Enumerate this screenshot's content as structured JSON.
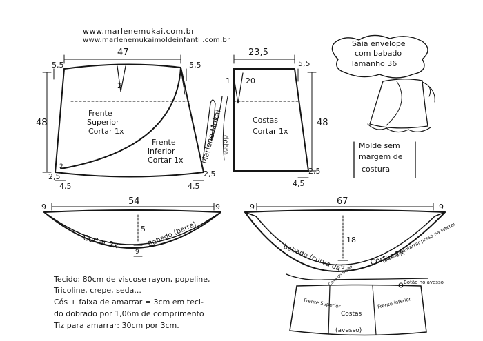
{
  "header": {
    "url1": "www.marlenemukai.com.br",
    "url2": "www.marlenemukaimoldeinfantil.com.br"
  },
  "title": {
    "line1": "Saia envelope",
    "line2": "com babado",
    "line3": "Tamanho 36"
  },
  "note": {
    "line1": "Molde sem",
    "line2": "margem de",
    "line3": "costura"
  },
  "signature": "Marlene Mukai",
  "front": {
    "width": "47",
    "height": "48",
    "top_left": "5,5",
    "top_right": "5,5",
    "dart": "2",
    "bottom_left": "2,5",
    "bottom_right": "2,5",
    "hem_left": "4,5",
    "hem_right": "4,5",
    "small_mark": "2",
    "upper_label1": "Frente",
    "upper_label2": "Superior",
    "upper_label3": "Cortar 1x",
    "lower_label1": "Frente",
    "lower_label2": "inferior",
    "lower_label3": "Cortar 1x"
  },
  "back": {
    "width": "23,5",
    "top_right": "5,5",
    "dart_len": "20",
    "dart_w": "1",
    "height": "48",
    "fold": "dobra",
    "label1": "Costas",
    "label2": "Cortar 1x",
    "bottom_right": "2,5",
    "hem_right": "4,5"
  },
  "ruffle_small": {
    "width": "54",
    "left_end": "9",
    "right_end": "9",
    "height": "5",
    "band": "9",
    "label1": "Cortar 2x",
    "label2": "Babado (barra)"
  },
  "ruffle_large": {
    "width": "67",
    "left_end": "9",
    "right_end": "9",
    "height": "18",
    "band": "9",
    "label1": "babado (curva da",
    "label2": "Cortar 1x"
  },
  "materials": {
    "line1": "Tecido: 80cm de viscose rayon, popeline,",
    "line2": "Tricoline, crepe, seda...",
    "line3": "Cós + faixa de amarrar = 3cm em teci-",
    "line4": "do dobrado por 1,06m de comprimento",
    "line5": "Tiz para amarrar: 30cm por 3cm."
  },
  "finished": {
    "tie_note": "tira para amarrar presa na lateral",
    "button": "Botão no avesso",
    "ruffle_tag": "Casa do botão",
    "front_sup": "Frente Superior",
    "back": "Costas",
    "front_inf": "Frente inferior",
    "inside": "(avesso)"
  }
}
